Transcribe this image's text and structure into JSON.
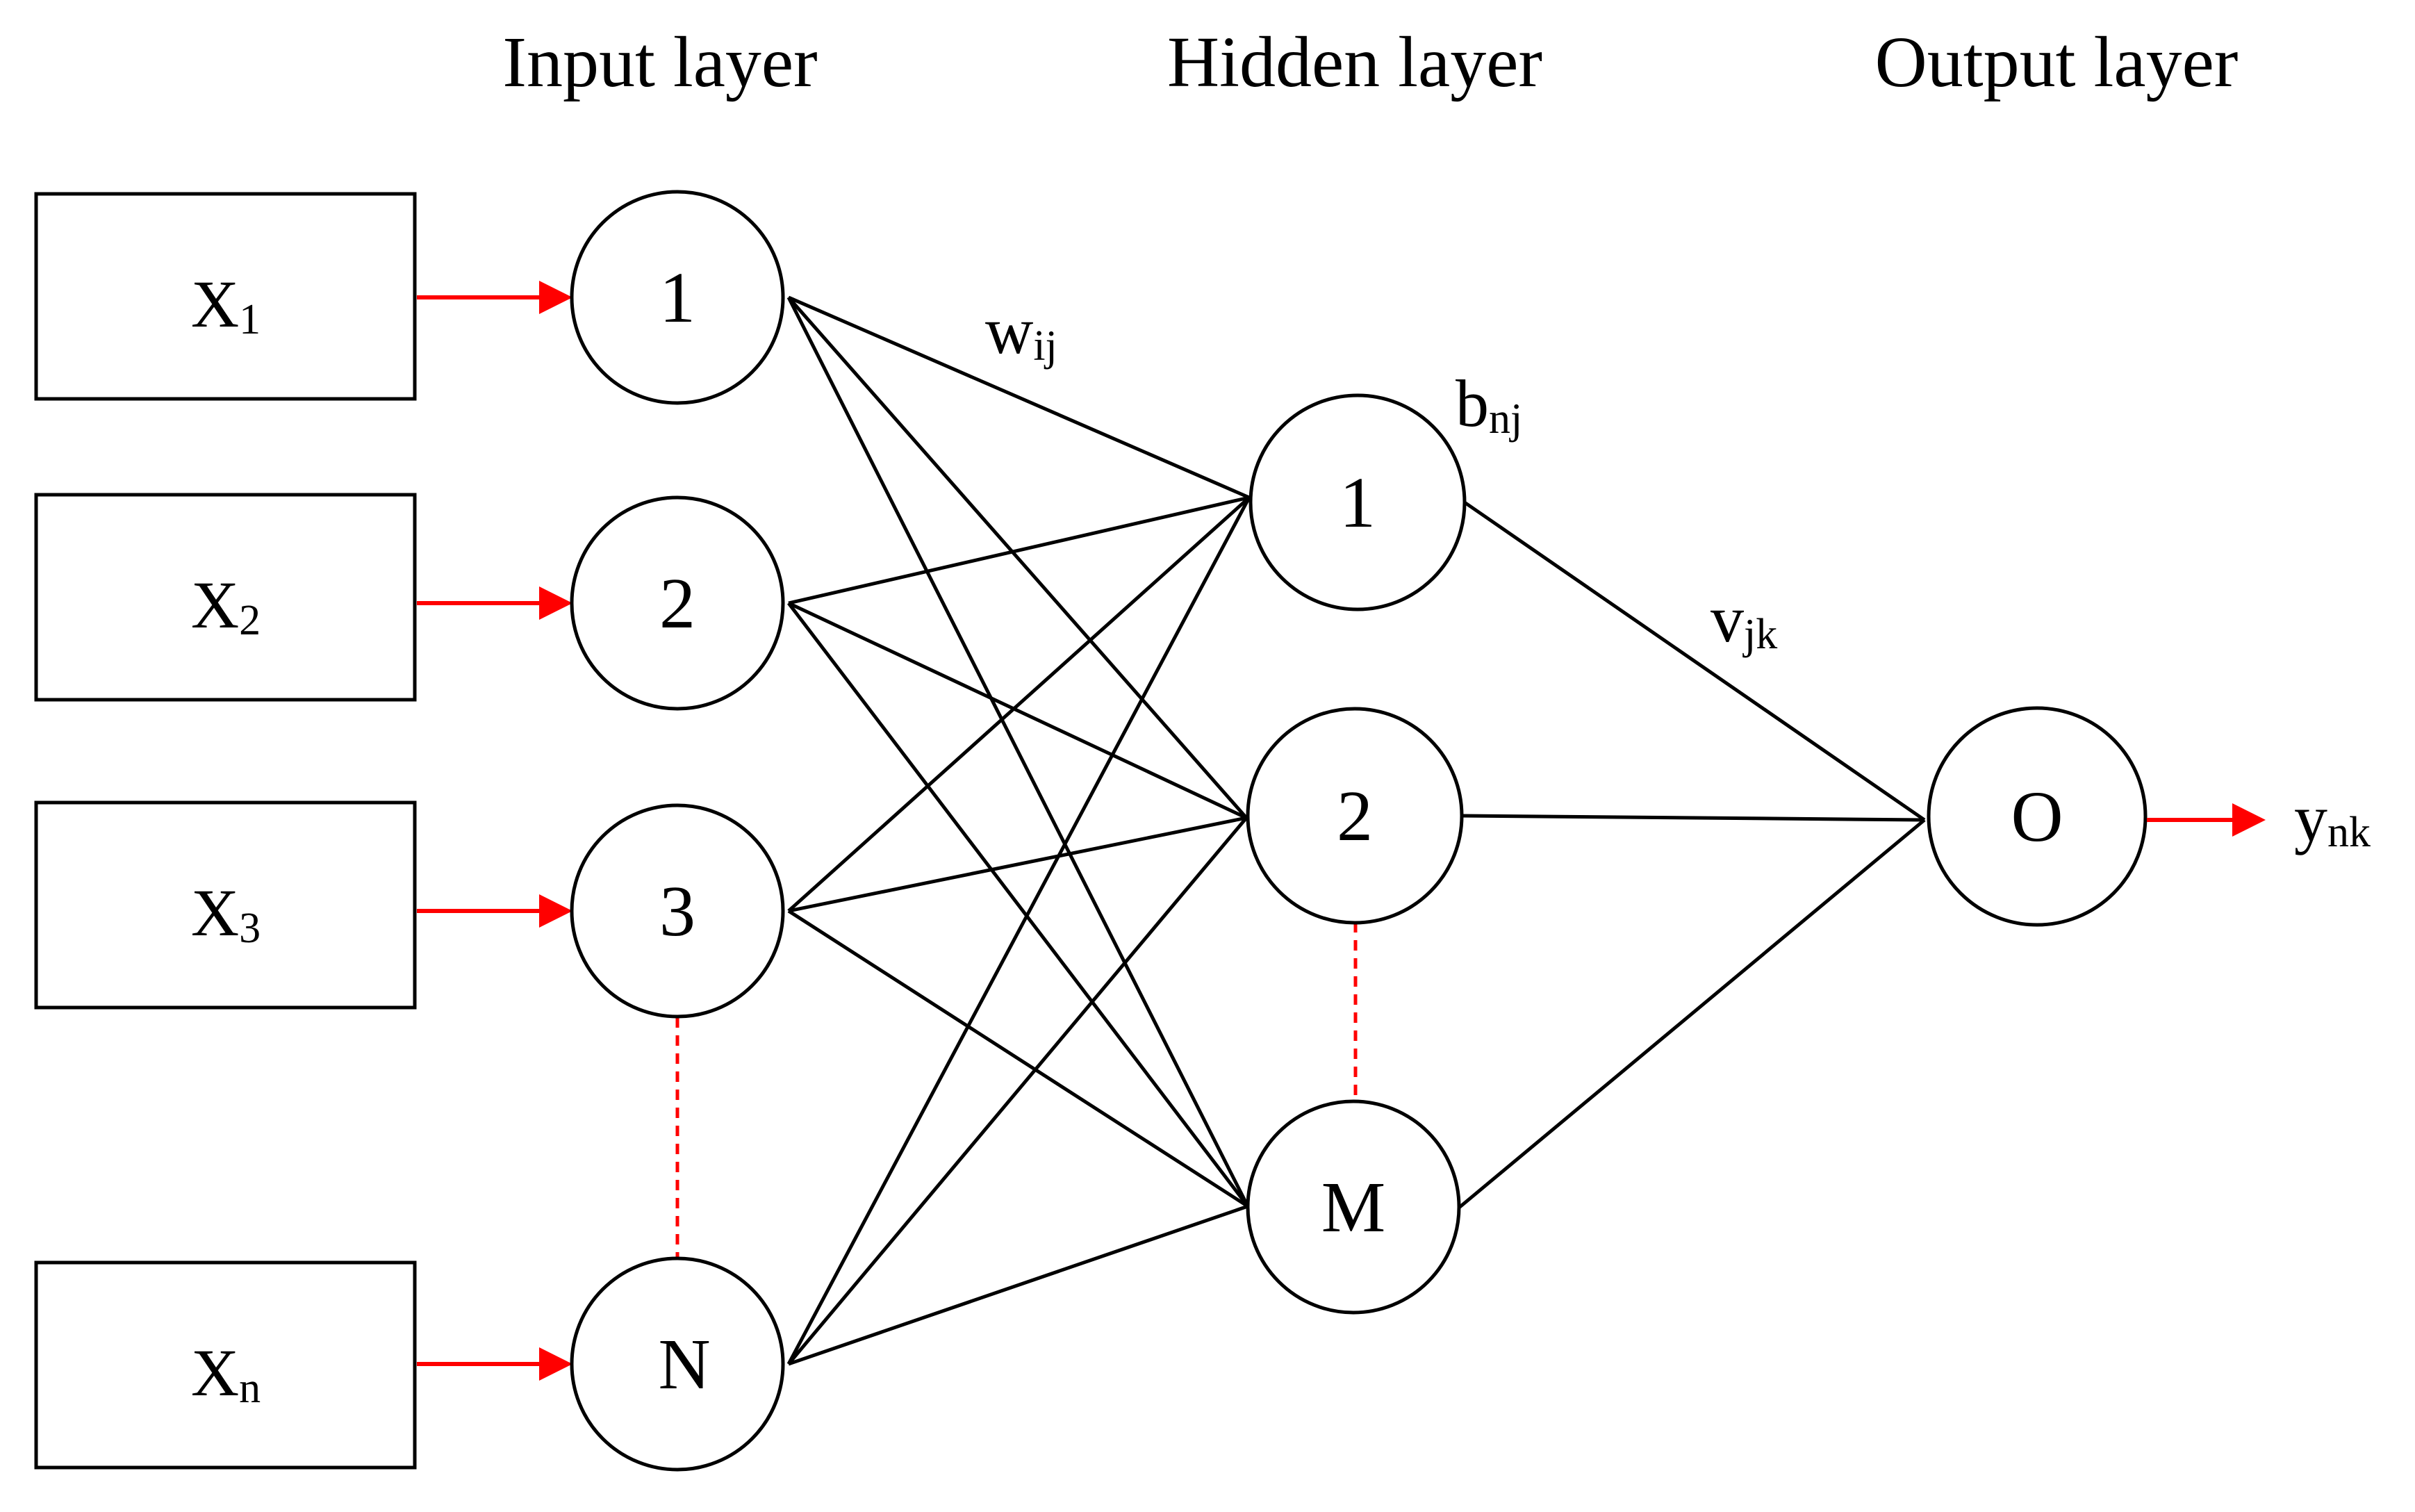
{
  "headers": {
    "input": "Input layer",
    "hidden": "Hidden layer",
    "output": "Output layer"
  },
  "inputs": [
    {
      "main": "X",
      "sub": "1"
    },
    {
      "main": "X",
      "sub": "2"
    },
    {
      "main": "X",
      "sub": "3"
    },
    {
      "main": "X",
      "sub": "n"
    }
  ],
  "input_nodes": [
    "1",
    "2",
    "3",
    "N"
  ],
  "hidden_nodes": [
    "1",
    "2",
    "M"
  ],
  "output_node": "O",
  "weights": {
    "input_hidden": {
      "main": "w",
      "sub": "ij"
    },
    "bias": {
      "main": "b",
      "sub": "nj"
    },
    "hidden_output": {
      "main": "v",
      "sub": "jk"
    }
  },
  "output": {
    "main": "y",
    "sub": "nk"
  },
  "colors": {
    "line": "#000000",
    "accent": "#ff0000"
  }
}
